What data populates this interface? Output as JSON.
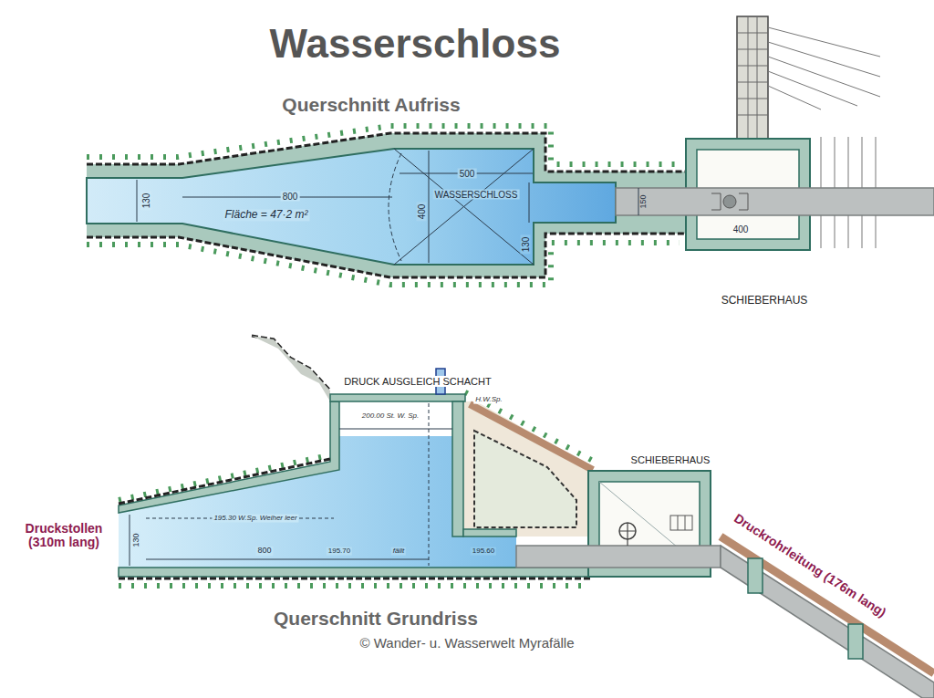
{
  "diagram": {
    "title": "Wasserschloss",
    "labels": [
      "Querschnitt Aufriss",
      "130",
      "800",
      "500",
      "400",
      "WASSERSCHLOSS",
      "130",
      "Fläche = 47·2 m²",
      "150",
      "400",
      "SCHIEBERHAUS",
      "DRUCK AUSGLEICH SCHACHT",
      "H.W.Sp.",
      "200.00 St. W. Sp.",
      "SCHIEBERHAUS",
      "Druckstollen (310m lang)",
      "130",
      "195.30 W.Sp. Weiher leer",
      "800",
      "195.70",
      "fällt",
      "195.60",
      "Druckrohrleitung (176m lang)",
      "Querschnitt Grundriss",
      "© Wander- u. Wasserwelt Myrafälle"
    ]
  }
}
